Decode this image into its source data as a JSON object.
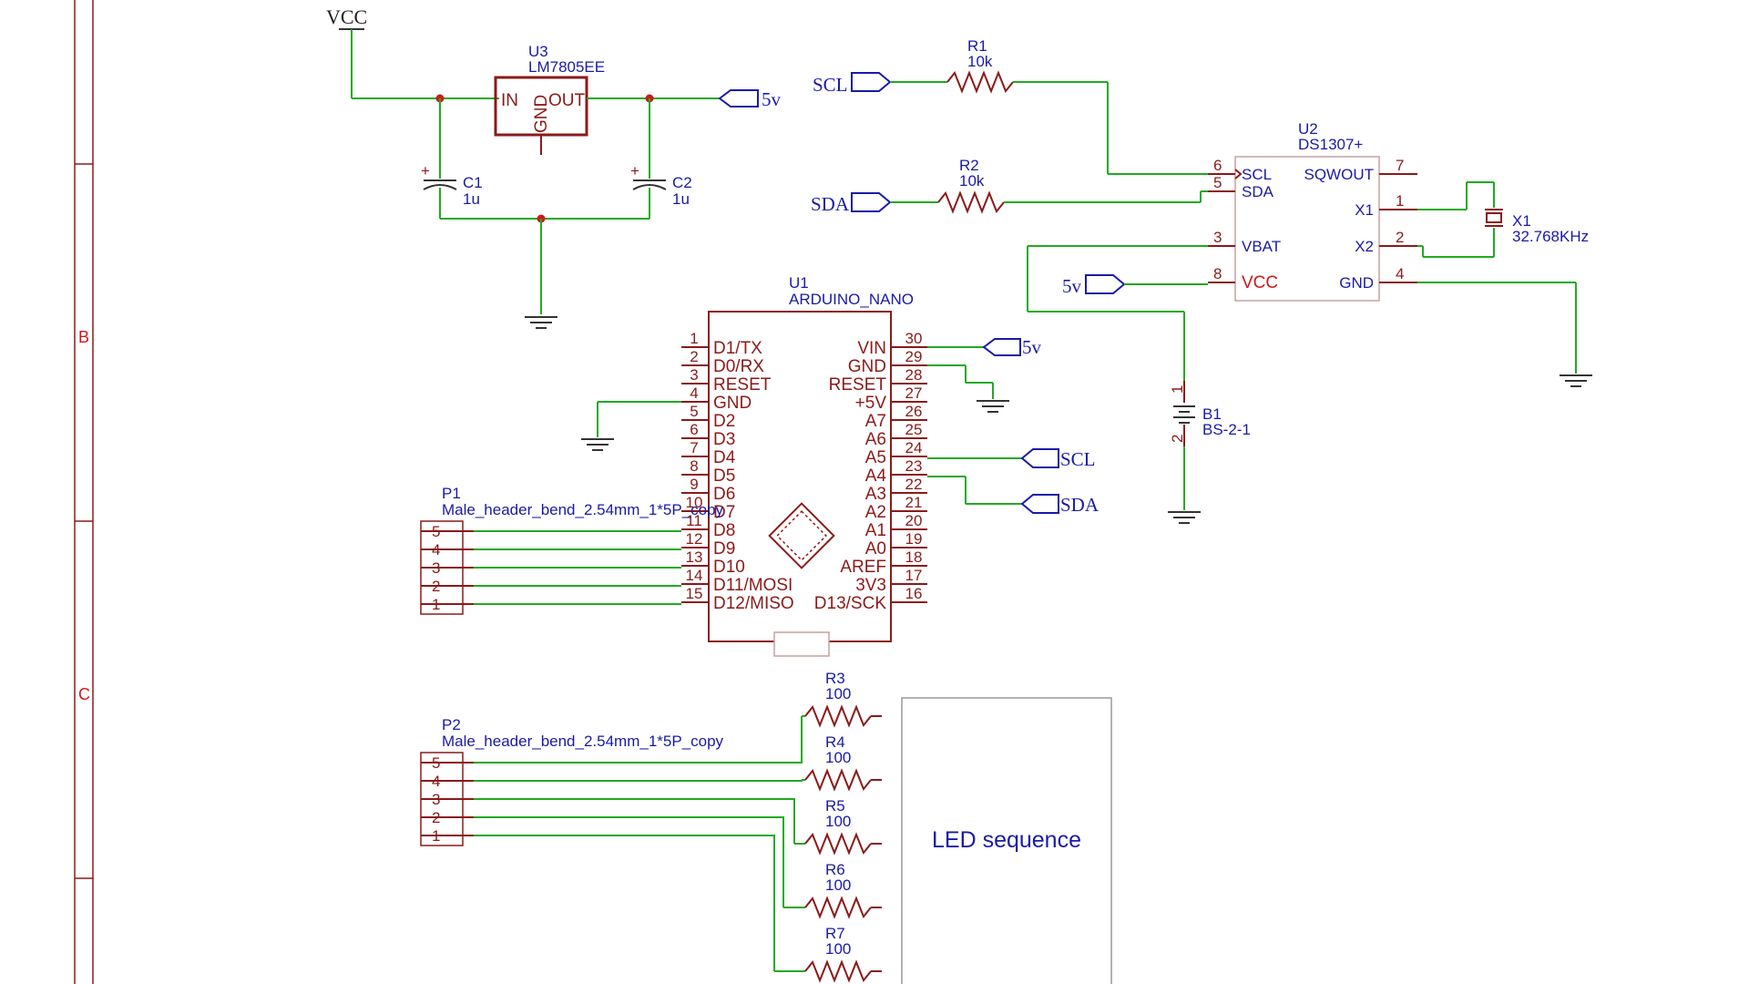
{
  "border": {
    "zone_labels": [
      "B",
      "C"
    ]
  },
  "power": {
    "vcc_label": "VCC",
    "five_v": "5v"
  },
  "regulator": {
    "ref": "U3",
    "value": "LM7805EE",
    "pin_in": "IN",
    "pin_out": "OUT",
    "pin_gnd": "GND"
  },
  "caps": [
    {
      "ref": "C1",
      "value": "1u",
      "plus": "+"
    },
    {
      "ref": "C2",
      "value": "1u",
      "plus": "+"
    }
  ],
  "resistors": [
    {
      "ref": "R1",
      "value": "10k"
    },
    {
      "ref": "R2",
      "value": "10k"
    },
    {
      "ref": "R3",
      "value": "100"
    },
    {
      "ref": "R4",
      "value": "100"
    },
    {
      "ref": "R5",
      "value": "100"
    },
    {
      "ref": "R6",
      "value": "100"
    },
    {
      "ref": "R7",
      "value": "100"
    }
  ],
  "rtc": {
    "ref": "U2",
    "value": "DS1307+",
    "left_pins": [
      {
        "num": "6",
        "name": "SCL"
      },
      {
        "num": "5",
        "name": "SDA"
      },
      {
        "num": "3",
        "name": "VBAT"
      },
      {
        "num": "8",
        "name": "VCC"
      }
    ],
    "right_pins": [
      {
        "num": "7",
        "name": "SQWOUT"
      },
      {
        "num": "1",
        "name": "X1"
      },
      {
        "num": "2",
        "name": "X2"
      },
      {
        "num": "4",
        "name": "GND"
      }
    ]
  },
  "crystal": {
    "ref": "X1",
    "value": "32.768KHz"
  },
  "battery": {
    "ref": "B1",
    "value": "BS-2-1",
    "pin1": "1",
    "pin2": "2"
  },
  "nano": {
    "ref": "U1",
    "value": "ARDUINO_NANO",
    "left_pins": [
      {
        "num": "1",
        "name": "D1/TX"
      },
      {
        "num": "2",
        "name": "D0/RX"
      },
      {
        "num": "3",
        "name": "RESET"
      },
      {
        "num": "4",
        "name": "GND"
      },
      {
        "num": "5",
        "name": "D2"
      },
      {
        "num": "6",
        "name": "D3"
      },
      {
        "num": "7",
        "name": "D4"
      },
      {
        "num": "8",
        "name": "D5"
      },
      {
        "num": "9",
        "name": "D6"
      },
      {
        "num": "10",
        "name": "D7"
      },
      {
        "num": "11",
        "name": "D8"
      },
      {
        "num": "12",
        "name": "D9"
      },
      {
        "num": "13",
        "name": "D10"
      },
      {
        "num": "14",
        "name": "D11/MOSI"
      },
      {
        "num": "15",
        "name": "D12/MISO"
      }
    ],
    "right_pins": [
      {
        "num": "30",
        "name": "VIN"
      },
      {
        "num": "29",
        "name": "GND"
      },
      {
        "num": "28",
        "name": "RESET"
      },
      {
        "num": "27",
        "name": "+5V"
      },
      {
        "num": "26",
        "name": "A7"
      },
      {
        "num": "25",
        "name": "A6"
      },
      {
        "num": "24",
        "name": "A5"
      },
      {
        "num": "23",
        "name": "A4"
      },
      {
        "num": "22",
        "name": "A3"
      },
      {
        "num": "21",
        "name": "A2"
      },
      {
        "num": "20",
        "name": "A1"
      },
      {
        "num": "19",
        "name": "A0"
      },
      {
        "num": "18",
        "name": "AREF"
      },
      {
        "num": "17",
        "name": "3V3"
      },
      {
        "num": "16",
        "name": "D13/SCK"
      }
    ]
  },
  "headers": [
    {
      "ref": "P1",
      "value": "Male_header_bend_2.54mm_1*5P_copy",
      "pins": [
        "5",
        "4",
        "3",
        "2",
        "1"
      ]
    },
    {
      "ref": "P2",
      "value": "Male_header_bend_2.54mm_1*5P_copy",
      "pins": [
        "5",
        "4",
        "3",
        "2",
        "1"
      ]
    }
  ],
  "nets": {
    "scl": "SCL",
    "sda": "SDA",
    "five_v": "5v"
  },
  "led_block": {
    "label": "LED sequence"
  }
}
